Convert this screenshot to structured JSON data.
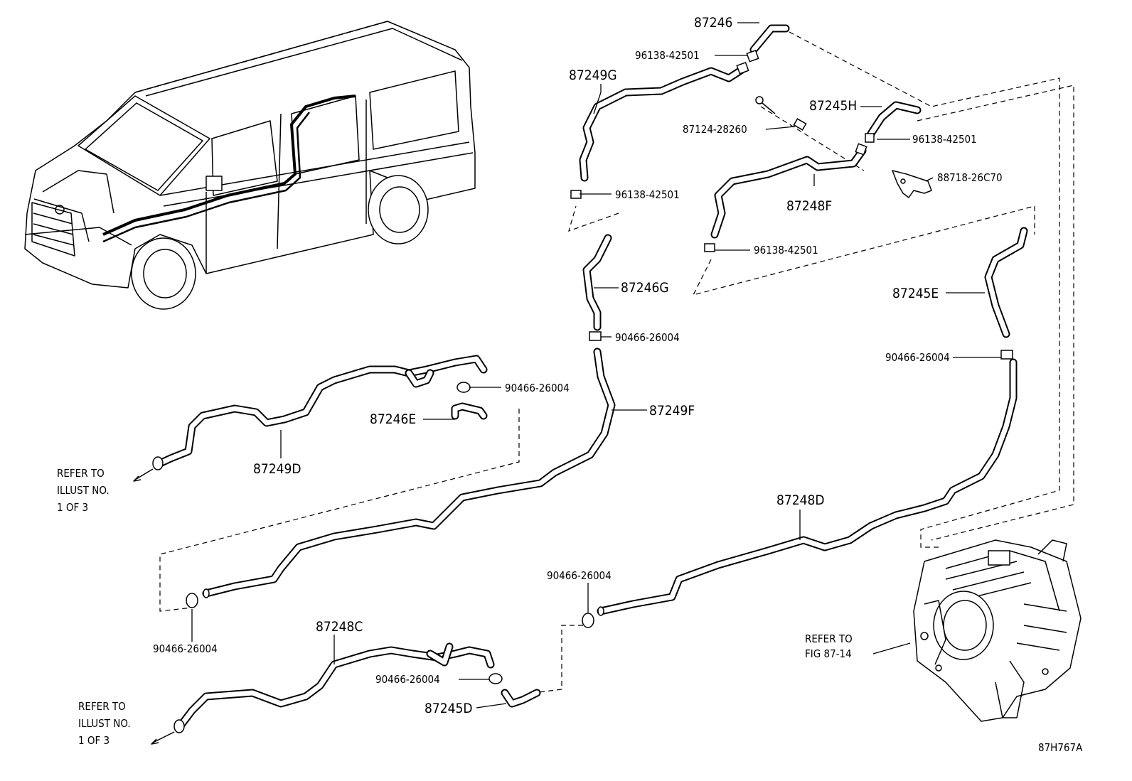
{
  "diagram_id": "87H767A",
  "callouts": [
    {
      "id": "c-87246",
      "text": "87246",
      "size": "big"
    },
    {
      "id": "c-96138-a",
      "text": "96138-42501",
      "size": "pn"
    },
    {
      "id": "c-87249G",
      "text": "87249G",
      "size": "big"
    },
    {
      "id": "c-87245H",
      "text": "87245H",
      "size": "big"
    },
    {
      "id": "c-87124",
      "text": "87124-28260",
      "size": "pn"
    },
    {
      "id": "c-96138-b",
      "text": "96138-42501",
      "size": "pn"
    },
    {
      "id": "c-96138-c",
      "text": "96138-42501",
      "size": "pn"
    },
    {
      "id": "c-88718",
      "text": "88718-26C70",
      "size": "pn"
    },
    {
      "id": "c-87248F",
      "text": "87248F",
      "size": "big"
    },
    {
      "id": "c-96138-d",
      "text": "96138-42501",
      "size": "pn"
    },
    {
      "id": "c-87246G",
      "text": "87246G",
      "size": "big"
    },
    {
      "id": "c-87245E",
      "text": "87245E",
      "size": "big"
    },
    {
      "id": "c-90466-a",
      "text": "90466-26004",
      "size": "pn"
    },
    {
      "id": "c-90466-b",
      "text": "90466-26004",
      "size": "pn"
    },
    {
      "id": "c-90466-c",
      "text": "90466-26004",
      "size": "pn"
    },
    {
      "id": "c-87246E",
      "text": "87246E",
      "size": "big"
    },
    {
      "id": "c-87249F",
      "text": "87249F",
      "size": "big"
    },
    {
      "id": "c-87249D",
      "text": "87249D",
      "size": "big"
    },
    {
      "id": "c-87248D",
      "text": "87248D",
      "size": "big"
    },
    {
      "id": "c-90466-d",
      "text": "90466-26004",
      "size": "pn"
    },
    {
      "id": "c-90466-e",
      "text": "90466-26004",
      "size": "pn"
    },
    {
      "id": "c-87248C",
      "text": "87248C",
      "size": "big"
    },
    {
      "id": "c-90466-f",
      "text": "90466-26004",
      "size": "pn"
    },
    {
      "id": "c-87245D",
      "text": "87245D",
      "size": "big"
    }
  ],
  "references": [
    {
      "id": "r-illust-upper",
      "lines": [
        "REFER TO",
        "ILLUST NO.",
        "1 OF 3"
      ]
    },
    {
      "id": "r-illust-lower",
      "lines": [
        "REFER TO",
        "ILLUST NO.",
        "1 OF 3"
      ]
    },
    {
      "id": "r-fig",
      "lines": [
        "REFER TO",
        "FIG 87-14"
      ]
    }
  ]
}
